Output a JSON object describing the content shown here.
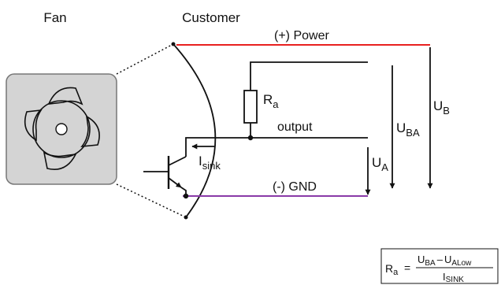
{
  "headings": {
    "fan": "Fan",
    "customer": "Customer"
  },
  "rails": {
    "power": {
      "label": "(+) Power",
      "color": "#e8201f"
    },
    "gnd": {
      "label": "(-) GND",
      "color": "#8a3aa8"
    }
  },
  "output": {
    "label": "output"
  },
  "resistor": {
    "main": "R",
    "sub": "a"
  },
  "current": {
    "main": "I",
    "sub": "sink"
  },
  "voltages": {
    "ua": {
      "main": "U",
      "sub": "A"
    },
    "uba": {
      "main": "U",
      "sub": "BA"
    },
    "ub": {
      "main": "U",
      "sub": "B"
    }
  },
  "formula": {
    "lhs_main": "R",
    "lhs_sub": "a",
    "equals": "=",
    "num_a_main": "U",
    "num_a_sub": "BA",
    "minus": "–",
    "num_b_main": "U",
    "num_b_sub": "ALow",
    "den_main": "I",
    "den_sub": "SINK"
  },
  "colors": {
    "line": "#111111",
    "fan_fill": "#d4d4d4",
    "fan_border": "#777777"
  }
}
